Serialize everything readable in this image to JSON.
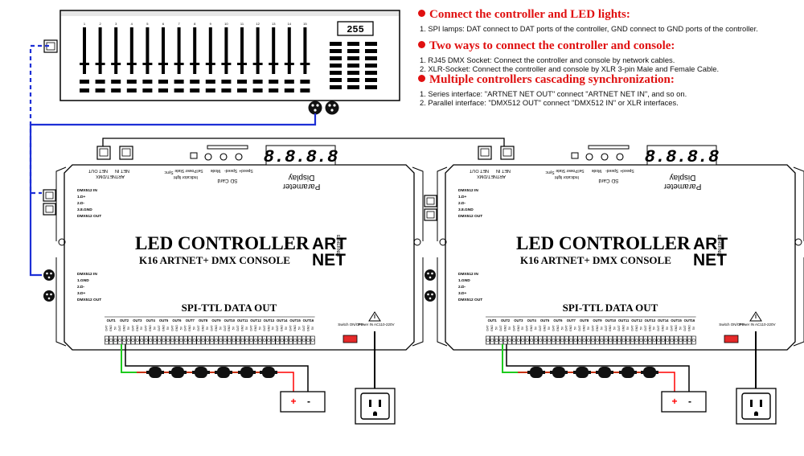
{
  "notes": {
    "sections": [
      {
        "heading": "Connect the controller and LED lights:",
        "items": [
          "1. SPI lamps: DAT connect to DAT ports of the controller, GND connect to GND ports of the controller."
        ]
      },
      {
        "heading": "Two ways to connect the controller and console:",
        "items": [
          "1. RJ45 DMX Socket: Connect the controller and console by network cables.",
          "2. XLR-Socket: Connect the controller and console by XLR 3-pin Male and Female Cable."
        ]
      },
      {
        "heading": "Multiple controllers cascading synchronization:",
        "items": [
          "1. Series interface: \"ARTNET NET OUT\" connect \"ARTNET NET IN\", and so on.",
          "2. Parallel interface: \"DMX512 OUT\" connect \"DMX512 IN\" or XLR interfaces."
        ]
      }
    ]
  },
  "console": {
    "display_value": "255",
    "fader_numbers": [
      "1",
      "2",
      "3",
      "4",
      "5",
      "6",
      "7",
      "8",
      "9",
      "10",
      "11",
      "12",
      "13",
      "14",
      "15",
      "16"
    ]
  },
  "controllers": [
    {
      "title": "LED CONTROLLER",
      "model": "K16 ARTNET+ DMX CONSOLE",
      "logo_top": "ART",
      "logo_bottom": "NET",
      "logo_side": "ETHERNET",
      "output_title": "SPI-TTL DATA OUT",
      "display_digits": "8.8.8.8",
      "label_net_out": "NET OUT",
      "label_net_in": "NET IN",
      "label_artnet": "ARTNET/DMX",
      "label_sync": "Sync",
      "label_indicator": "Indicator light",
      "label_power_state": "Power State",
      "label_sel": "Sel",
      "label_speed_minus": "Speed-",
      "label_mode": "Mode",
      "label_speed_plus": "Speed+",
      "label_sd": "SD Card",
      "label_display": "Display",
      "label_parameter": "Parameter",
      "dmx_in_block": [
        "DMX512 IN",
        "1.D+",
        "2.D-",
        "3.8.GND",
        "DMX512 OUT"
      ],
      "dmx_out_block": [
        "DMX512 IN",
        "1.GND",
        "2.D-",
        "3.D+",
        "DMX512 OUT"
      ],
      "switch_label": "Switch ON/OFF",
      "power_label": "Power IN AC110-220V"
    },
    {
      "title": "LED CONTROLLER",
      "model": "K16 ARTNET+ DMX CONSOLE",
      "logo_top": "ART",
      "logo_bottom": "NET",
      "logo_side": "ETHERNET",
      "output_title": "SPI-TTL DATA OUT",
      "display_digits": "8.8.8.8",
      "label_net_out": "NET OUT",
      "label_net_in": "NET IN",
      "label_artnet": "ARTNET/DMX",
      "label_sync": "Sync",
      "label_indicator": "Indicator light",
      "label_power_state": "Power State",
      "label_sel": "Sel",
      "label_speed_minus": "Speed-",
      "label_mode": "Mode",
      "label_speed_plus": "Speed+",
      "label_sd": "SD Card",
      "label_display": "Display",
      "label_parameter": "Parameter",
      "dmx_in_block": [
        "DMX512 IN",
        "1.D+",
        "2.D-",
        "3.8.GND",
        "DMX512 OUT"
      ],
      "dmx_out_block": [
        "DMX512 IN",
        "1.GND",
        "2.D-",
        "3.D+",
        "DMX512 OUT"
      ],
      "switch_label": "Switch ON/OFF",
      "power_label": "Power IN AC110-220V"
    }
  ],
  "outputs": [
    "OUT1",
    "OUT2",
    "OUT3",
    "OUT4",
    "OUT5",
    "OUT6",
    "OUT7",
    "OUT8",
    "OUT9",
    "OUT10",
    "OUT11",
    "OUT12",
    "OUT13",
    "OUT14",
    "OUT15",
    "OUT16"
  ],
  "pin_labels": [
    "DAT",
    "GND",
    "5V"
  ],
  "psu": {
    "plus": "+",
    "minus": "-"
  },
  "colors": {
    "heading_red": "#e01010",
    "cable_blue": "#1d2fd6",
    "data_green": "#1ecb1e",
    "switch_red": "#e52a2a",
    "plus_red": "#ff0000"
  }
}
